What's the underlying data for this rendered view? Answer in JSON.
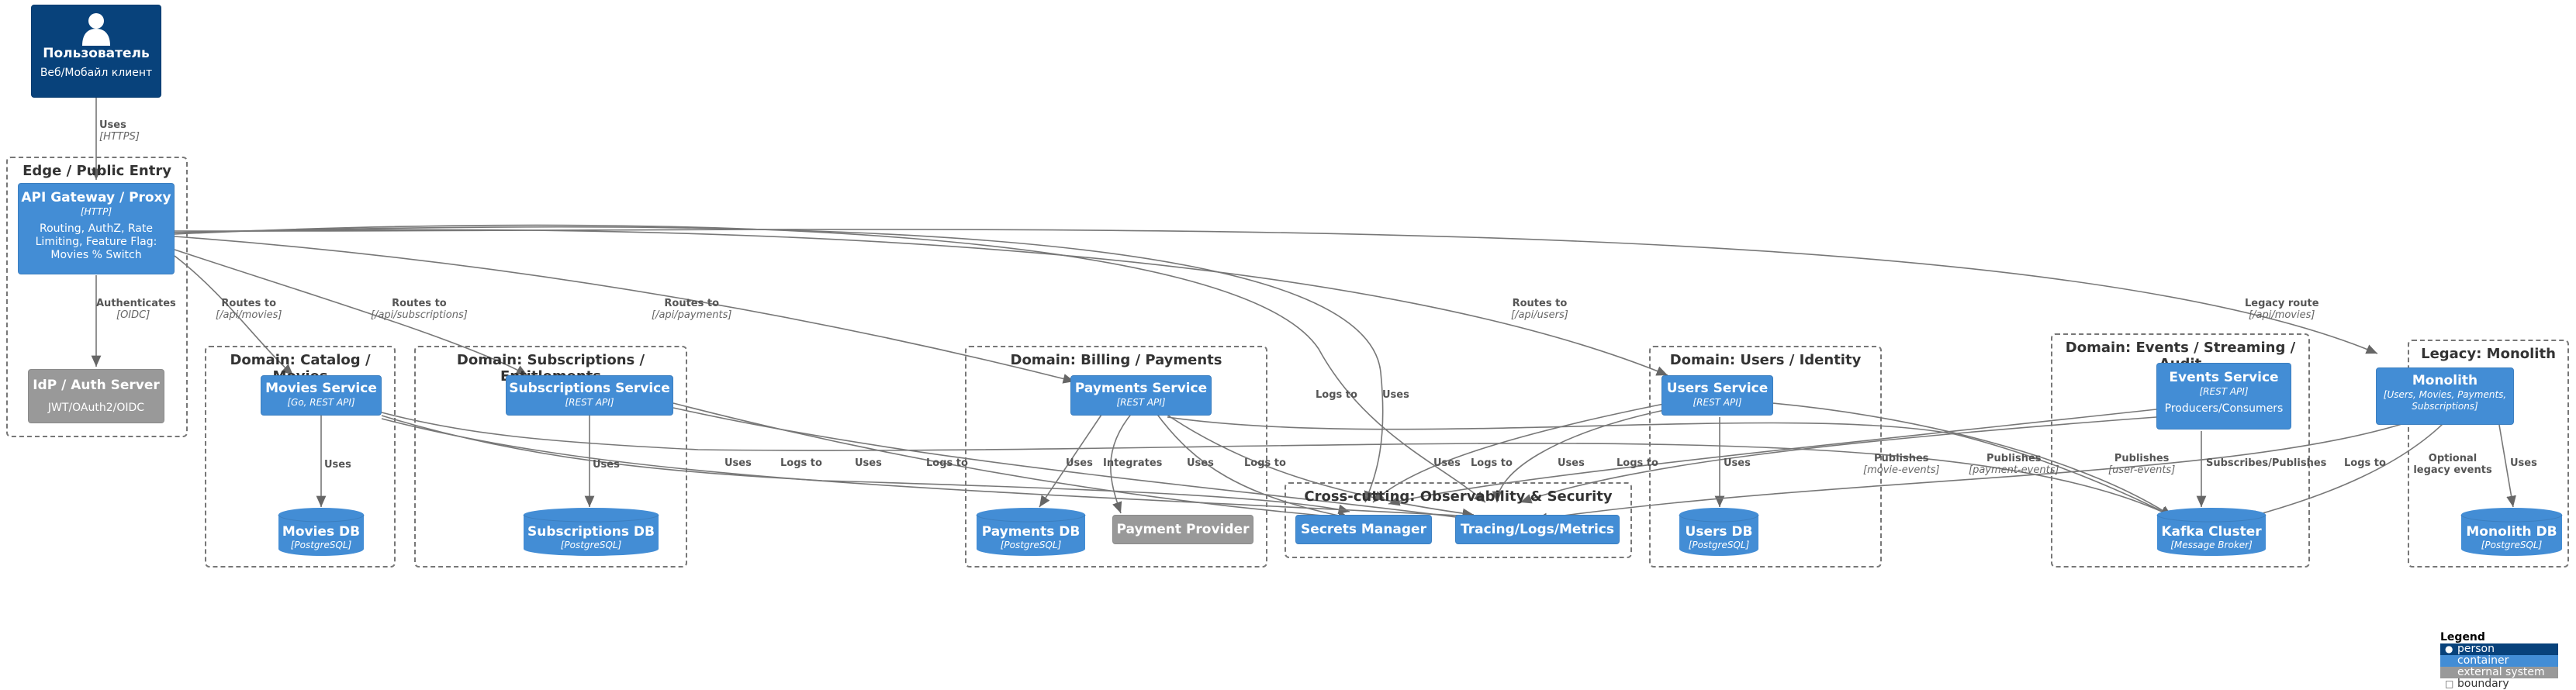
{
  "person": {
    "title": "Пользователь",
    "description": "Веб/Мобайл клиент"
  },
  "boundaries": {
    "edge": "Edge / Public Entry",
    "catalog": "Domain: Catalog / Movies",
    "subscriptions": "Domain: Subscriptions / Entitlements",
    "billing": "Domain: Billing / Payments",
    "crosscutting": "Cross-cutting: Observability & Security",
    "users": "Domain: Users / Identity",
    "events": "Domain: Events / Streaming / Audit",
    "legacy": "Legacy: Monolith"
  },
  "nodes": {
    "gateway": {
      "title": "API Gateway / Proxy",
      "tech": "[HTTP]",
      "description": "Routing, AuthZ, Rate Limiting, Feature Flag: Movies % Switch"
    },
    "idp": {
      "title": "IdP / Auth Server",
      "description": "JWT/OAuth2/OIDC"
    },
    "movies": {
      "title": "Movies Service",
      "tech": "[Go, REST API]"
    },
    "movies_db": {
      "title": "Movies DB",
      "tech": "[PostgreSQL]"
    },
    "subs": {
      "title": "Subscriptions Service",
      "tech": "[REST API]"
    },
    "subs_db": {
      "title": "Subscriptions DB",
      "tech": "[PostgreSQL]"
    },
    "payments": {
      "title": "Payments Service",
      "tech": "[REST API]"
    },
    "payments_db": {
      "title": "Payments DB",
      "tech": "[PostgreSQL]"
    },
    "payment_provider": {
      "title": "Payment Provider"
    },
    "secrets": {
      "title": "Secrets Manager"
    },
    "tracing": {
      "title": "Tracing/Logs/Metrics"
    },
    "users": {
      "title": "Users Service",
      "tech": "[REST API]"
    },
    "users_db": {
      "title": "Users DB",
      "tech": "[PostgreSQL]"
    },
    "events": {
      "title": "Events Service",
      "tech": "[REST API]",
      "description": "Producers/Consumers"
    },
    "kafka": {
      "title": "Kafka Cluster",
      "tech": "[Message Broker]"
    },
    "monolith": {
      "title": "Monolith",
      "tech": "[Users, Movies, Payments, Subscriptions]"
    },
    "monolith_db": {
      "title": "Monolith DB",
      "tech": "[PostgreSQL]"
    }
  },
  "relations": {
    "user_gateway": {
      "label": "Uses",
      "tech": "[HTTPS]"
    },
    "gateway_idp": {
      "label": "Authenticates",
      "tech": "[OIDC]"
    },
    "gateway_movies": {
      "label": "Routes to",
      "tech": "[/api/movies]"
    },
    "gateway_subs": {
      "label": "Routes to",
      "tech": "[/api/subscriptions]"
    },
    "gateway_payments": {
      "label": "Routes to",
      "tech": "[/api/payments]"
    },
    "gateway_users": {
      "label": "Routes to",
      "tech": "[/api/users]"
    },
    "gateway_monolith": {
      "label": "Legacy route",
      "tech": "[/api/movies]"
    },
    "gateway_tracing": {
      "label": "Logs to"
    },
    "gateway_secrets": {
      "label": "Uses"
    },
    "movies_db": {
      "label": "Uses"
    },
    "movies_secrets": {
      "label": "Uses"
    },
    "movies_tracing": {
      "label": "Logs to"
    },
    "subs_db": {
      "label": "Uses"
    },
    "subs_secrets": {
      "label": "Uses"
    },
    "subs_tracing": {
      "label": "Logs to"
    },
    "payments_db": {
      "label": "Uses"
    },
    "payments_provider": {
      "label": "Integrates"
    },
    "payments_secrets": {
      "label": "Uses"
    },
    "payments_tracing": {
      "label": "Logs to"
    },
    "movies_kafka": {
      "label": "Publishes",
      "tech": "[movie-events]"
    },
    "payments_kafka": {
      "label": "Publishes",
      "tech": "[payment-events]"
    },
    "users_kafka": {
      "label": "Publishes",
      "tech": "[user-events]"
    },
    "users_secrets": {
      "label": "Uses"
    },
    "users_tracing": {
      "label": "Logs to"
    },
    "users_db": {
      "label": "Uses"
    },
    "events_secrets": {
      "label": "Uses"
    },
    "events_tracing": {
      "label": "Logs to"
    },
    "events_kafka": {
      "label": "Subscribes/Publishes"
    },
    "monolith_tracing": {
      "label": "Logs to"
    },
    "monolith_kafka": {
      "label": "Optional legacy events"
    },
    "monolith_db": {
      "label": "Uses"
    }
  },
  "legend": {
    "title": "Legend",
    "person": "person",
    "container": "container",
    "external": "external system",
    "boundary": "boundary"
  },
  "colors": {
    "person": "#08427b",
    "container": "#438dd5",
    "external": "#999999",
    "arrow": "#666666"
  }
}
